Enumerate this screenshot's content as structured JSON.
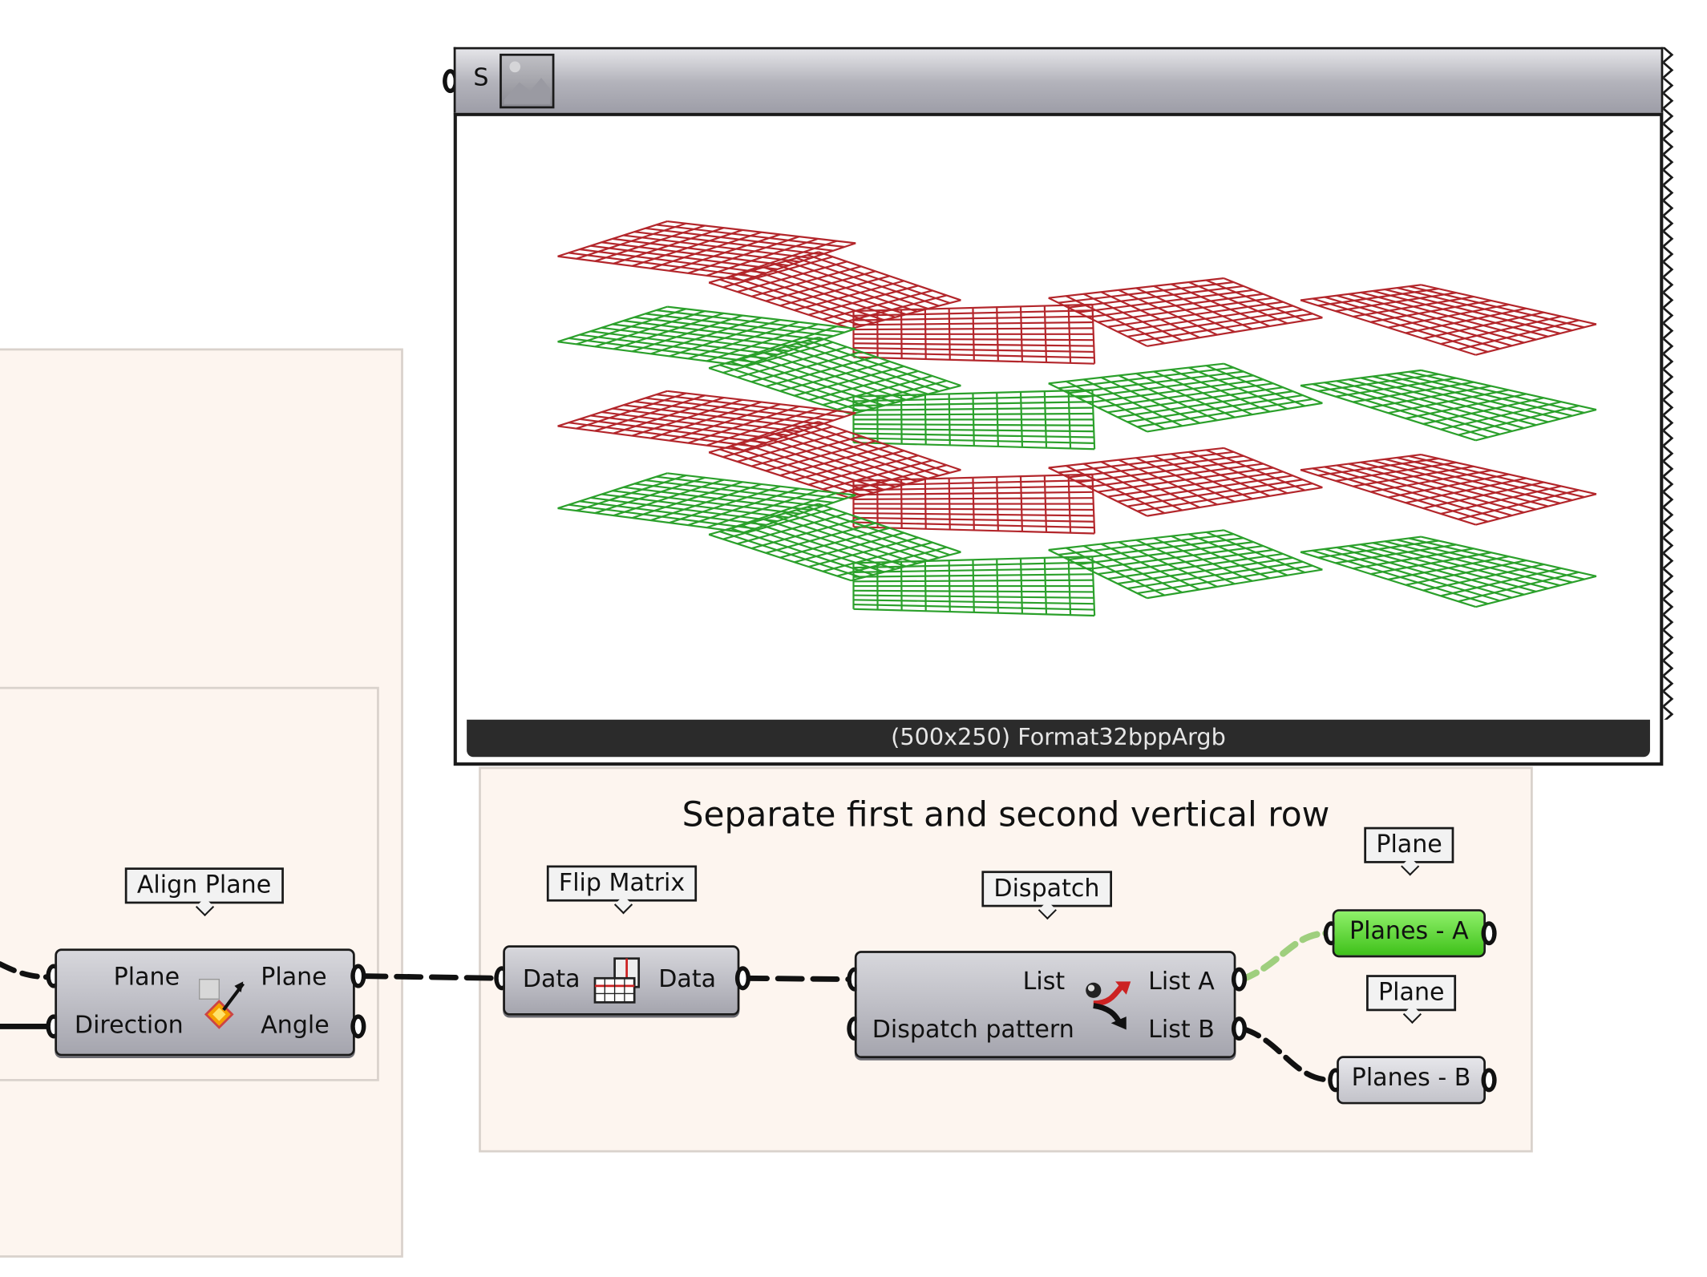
{
  "viewer": {
    "prefix": "S",
    "status": "(500x250) Format32bppArgb",
    "grid_colors": {
      "red": "#b3262b",
      "green": "#2ba02b"
    }
  },
  "group": {
    "title": "Separate first and second vertical row"
  },
  "components": {
    "align_plane": {
      "tooltip": "Align Plane",
      "inputs": [
        "Plane",
        "Direction"
      ],
      "outputs": [
        "Plane",
        "Angle"
      ],
      "icon": "align-plane-icon"
    },
    "flip_matrix": {
      "tooltip": "Flip Matrix",
      "input": "Data",
      "output": "Data",
      "icon": "flip-matrix-icon"
    },
    "dispatch": {
      "tooltip": "Dispatch",
      "inputs": [
        "List",
        "Dispatch pattern"
      ],
      "outputs": [
        "List A",
        "List B"
      ],
      "icon": "dispatch-icon"
    }
  },
  "params": {
    "planes_a": {
      "tooltip": "Plane",
      "label": "Planes - A",
      "color": "#5ad832"
    },
    "planes_b": {
      "tooltip": "Plane",
      "label": "Planes - B",
      "color": "#d6d6dc"
    }
  }
}
